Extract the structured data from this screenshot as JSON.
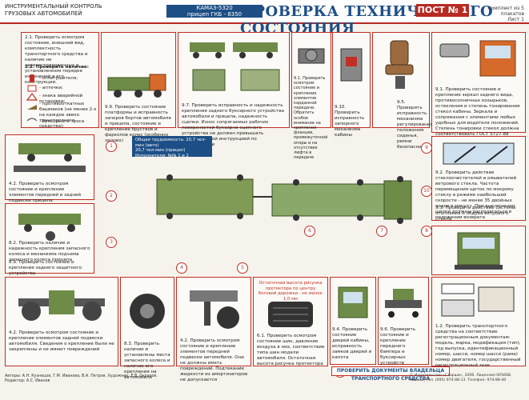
{
  "header": {
    "left_line1": "ИНСТРУМЕНТАЛЬНЫЙ КОНТРОЛЬ",
    "left_line2": "ГРУЗОВЫХ АВТОМОБИЛЕЙ",
    "mid_line1": "КАМАЗ-5320",
    "mid_line2": "прицеп ГКБ - 8350",
    "title": "ПРОВЕРКА ТЕХНИЧЕСКОГО СОСТОЯНИЯ",
    "post": "ПОСТ № 1",
    "right_line1": "Комплект из 5 плакатов",
    "right_line2": "Лист 1"
  },
  "legend": {
    "items": [
      "2.1. Проверить осмотром состояние, внешний вид, комплектность транспортного средства и наличие не зарегистрированных в установленном порядке изменений в его конструкции.",
      "2.2. Проверить наличие:",
      "- огнетушителя;",
      "- аптечки;",
      "- знака аварийной остановки;",
      "- противооткатных башмаков (не менее 2-х на каждое звено транспортного средства);",
      "- буксирного троса"
    ]
  },
  "blue_box": {
    "line1": "Общая трудоемкость: 20,7 чел-мин (авто)",
    "line2": "20,7 чел-мин (прицеп)",
    "line3": "Исполнители: №№ 1 и 2"
  },
  "items": {
    "i99": "9.9. Проверить состояние платформы и исправность запоров бортов автомобиля и прицепа, состояние и крепление бруствов и фаркопов колес (особенно задних)",
    "i97": "9.7. Проверить исправность и надежность крепления заднего буксирного устройства автомобиля и прицепа, надежность сцепки. Износ сопрягаемых рабочих поверхностей буксирно-сцепного устройства не должен превышать установленной инструкцией по эксплуатации",
    "i91b": "9.1. Проверить осмотром состояние и крепление элементов карданной передачи. Обратить особое внимание на крепление фланцев, промежуточной опоры и на отсутствие люфта в передаче",
    "i910": "9.10. Проверить исправность запорного механизма кабины",
    "i95": "9.5. Проверить исправность механизма регулирования положения сиденья, ремни безопасности",
    "i91": "9.1. Проверить состояние и крепление зеркал заднего вида, противосолнечных козырьков, остекления и степень тонирования стекол кабины. Зеркала и сопряжения с элементами любых удобных для водителя положений. Степень тонировки стекол должна соответствовать ГОСТ 5727-88",
    "i42a": "4.2. Проверить осмотром состояние и крепление элементов передней и задней подвески прицепа",
    "i92": "9.2. Проверить действие стеклоочистителей и омывателей ветрового стекла. Частота перемещения щеток по мокрому стеклу в режиме наибольшей скорости - не менее 35 двойных ходов в минуту. При выключении щетки должны располагаться в положении возврата",
    "i93": "9.3. Проверить действие системы отопления и обдува ветрового стекла",
    "i82": "8.2. Проверить наличие и надежность крепления запасного колеса и механизма подъема запасного колеса прицепа",
    "i89": "8.9. Проверить состояние и крепление заднего защитного устройства",
    "i42b": "4.2. Проверить осмотром состояние и крепление элементов задней подвески автомобиля. Сведения о крепление были не закреплены и не имеют повреждений",
    "i83": "8.3. Проверить наличие и установлены места запасного колеса и наличие его крепления на автомобиле",
    "i42c": "4.2. Проверить осмотром состояние и крепление элементов передней подвески автомобиля. Они не должны иметь повреждений. Подтекание жидкости из амортизаторов не допускается",
    "i61": "6.1. Проверить осмотром состояние шин, давление воздуха в них, соответствие типа шин модели автомобиля. Остаточная высота рисунка протектора",
    "i94": "9.4. Проверить состояние дверей кабины, исправность замков дверей и капота",
    "i96": "9.6. Проверить состояние и крепление переднего бампера и буксирных устройств",
    "i12": "1.2. Проверить транспортного средства на соответствие регистрационным документам: модель, марка, модификация (тип), год выпуска, идентификационный номер, шасси, номер шасси (рама) номер двигателя, государственный регистрационный знак"
  },
  "tire_note": "Остаточная высота рисунка протектора по центру беговой дорожки - не менее 1,0 мм",
  "docs_check": "ПРОВЕРИТЬ ДОКУМЕНТЫ ВЛАДЕЛЬЦА ТРАНСПОРТНОГО СРЕДСТВА",
  "badges": [
    "1",
    "2",
    "3",
    "4",
    "5",
    "6",
    "7",
    "8",
    "9",
    "10",
    "11"
  ],
  "footer_left": "Авторы: А.Н. Кузнецов, Г.М. Иванова, В.А. Петров. Художник: Е.В. Суханов. Редактор: А.С. Иванов",
  "footer_right": "© Издательство «Старши», 2006. Лицензия 005668. Москва, тел. (095) 974-88-13. Телефон: 974-88-40",
  "colors": {
    "accent": "#c12e24",
    "brand": "#1d4f86",
    "truck_green": "#6e8b47",
    "truck_orange": "#d56a2a"
  }
}
